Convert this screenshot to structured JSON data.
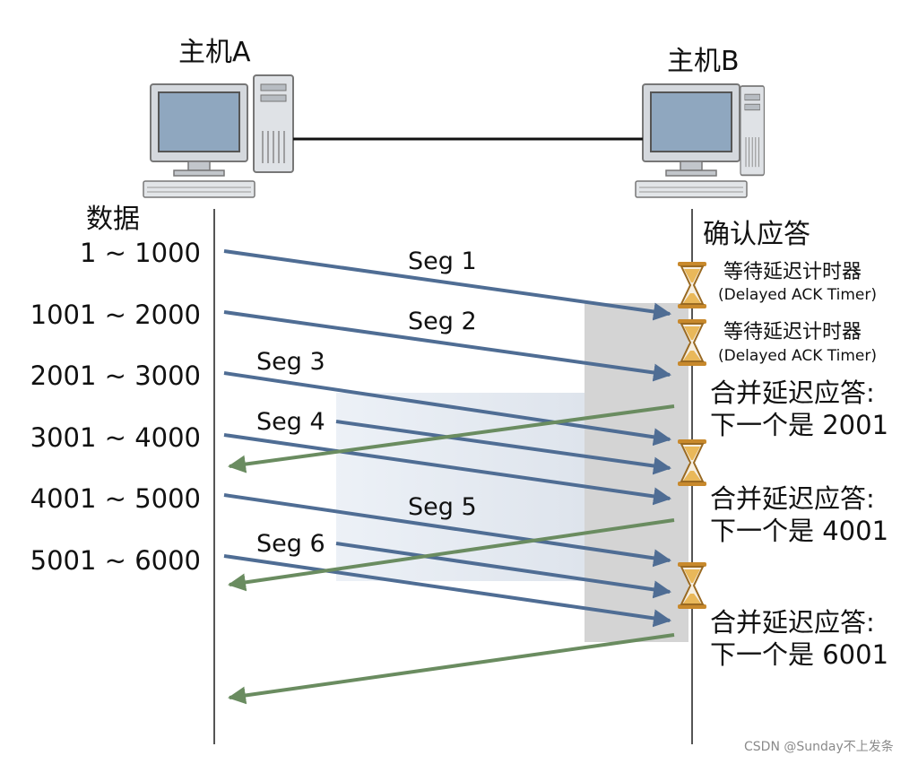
{
  "hosts": {
    "a": "主机A",
    "b": "主机B"
  },
  "left_title": "数据",
  "right_title": "确认应答",
  "ranges": [
    "1 ~ 1000",
    "1001 ~ 2000",
    "2001 ~ 3000",
    "3001 ~ 4000",
    "4001 ~ 5000",
    "5001 ~ 6000"
  ],
  "segments": [
    "Seg 1",
    "Seg 2",
    "Seg 3",
    "Seg 4",
    "Seg 5",
    "Seg 6"
  ],
  "timer": {
    "zh": "等待延迟计时器",
    "en": "(Delayed ACK Timer)"
  },
  "acks": [
    {
      "line1": "合并延迟应答:",
      "line2": "下一个是 2001"
    },
    {
      "line1": "合并延迟应答:",
      "line2": "下一个是 4001"
    },
    {
      "line1": "合并延迟应答:",
      "line2": "下一个是 6001"
    }
  ],
  "watermark": "CSDN @Sunday不上发条",
  "colors": {
    "data_arrow": "#4f6d94",
    "ack_arrow": "#6a8c60",
    "timeline": "#555555",
    "timer_gold": "#c8892c"
  }
}
